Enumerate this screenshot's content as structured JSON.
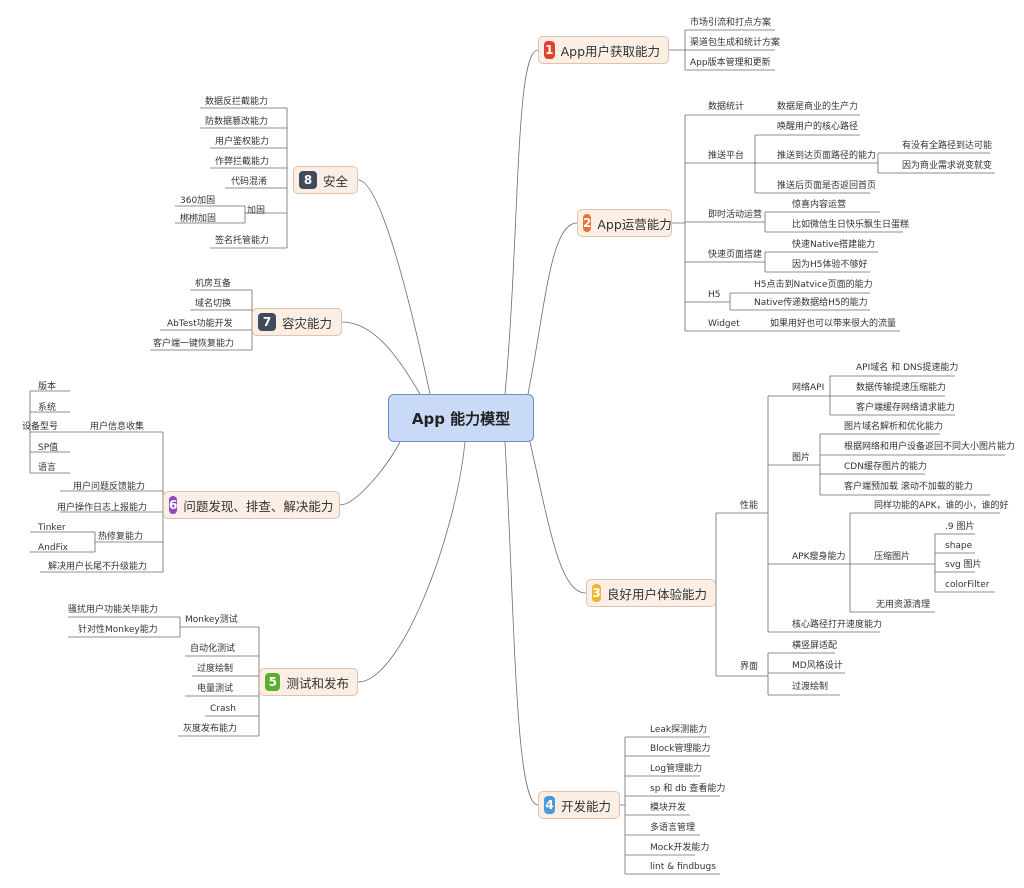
{
  "center": "App 能力模型",
  "nodes": {
    "n1": {
      "num": "1",
      "text": "App用户获取能力",
      "color": "#e2412c"
    },
    "n2": {
      "num": "2",
      "text": "App运营能力",
      "color": "#e8742c"
    },
    "n3": {
      "num": "3",
      "text": "良好用户体验能力",
      "color": "#f0b429"
    },
    "n4": {
      "num": "4",
      "text": "开发能力",
      "color": "#4a9ad6"
    },
    "n5": {
      "num": "5",
      "text": "测试和发布",
      "color": "#5cae2e"
    },
    "n6": {
      "num": "6",
      "text": "问题发现、排查、解决能力",
      "color": "#8e48c4"
    },
    "n7": {
      "num": "7",
      "text": "容灾能力",
      "color": "#3f4a5a"
    },
    "n8": {
      "num": "8",
      "text": "安全",
      "color": "#3f4a5a"
    }
  },
  "labels": {
    "l1": "市场引流和打点方案",
    "l2": "渠道包生成和统计方案",
    "l3": "App版本管理和更新",
    "a1": "数据统计",
    "a2": "数据是商业的生产力",
    "a3": "推送平台",
    "a4": "唤醒用户的核心路径",
    "a5": "推送到达页面路径的能力",
    "a6": "有没有全路径到达可能",
    "a7": "因为商业需求说变就变",
    "a8": "推送后页面是否返回首页",
    "a9": "即时活动运营",
    "a10": "惊喜内容运营",
    "a11": "比如微信生日快乐飘生日蛋糕",
    "a12": "快速页面搭建",
    "a13": "快速Native搭建能力",
    "a14": "因为H5体验不够好",
    "a15": "H5",
    "a16": "H5点击到Natvice页面的能力",
    "a17": "Native传递数据给H5的能力",
    "a18": "Widget",
    "a19": "如果用好也可以带来很大的流量",
    "b1": "性能",
    "b2": "网络API",
    "b3": "API域名 和 DNS提速能力",
    "b4": "数据传输提速压缩能力",
    "b5": "客户端缓存网络请求能力",
    "b6": "图片",
    "b7": "图片域名解析和优化能力",
    "b8": "根据网络和用户设备返回不同大小图片能力",
    "b9": "CDN缓存图片的能力",
    "b10": "客户端预加载 滚动不加载的能力",
    "b11": "APK瘦身能力",
    "b12": "同样功能的APK，谁的小，谁的好",
    "b13": "压缩图片",
    "b14": ".9 图片",
    "b15": "shape",
    "b16": "svg 图片",
    "b17": "colorFilter",
    "b18": "无用资源清理",
    "b19": "核心路径打开速度能力",
    "b20": "界面",
    "b21": "横竖屏适配",
    "b22": "MD风格设计",
    "b23": "过渡绘制",
    "c1": "Leak探测能力",
    "c2": "Block管理能力",
    "c3": "Log管理能力",
    "c4": "sp 和 db 查看能力",
    "c5": "模块开发",
    "c6": "多语言管理",
    "c7": "Mock开发能力",
    "c8": "lint & findbugs",
    "d1": "骚扰用户功能关毕能力",
    "d2": "针对性Monkey能力",
    "d3": "Monkey测试",
    "d4": "自动化测试",
    "d5": "过度绘制",
    "d6": "电量测试",
    "d7": "Crash",
    "d8": "灰度发布能力",
    "e1": "版本",
    "e2": "系统",
    "e3": "设备型号",
    "e4": "SP值",
    "e5": "语言",
    "e6": "用户信息收集",
    "e7": "用户问题反馈能力",
    "e8": "用户操作日志上报能力",
    "e9": "Tinker",
    "e10": "AndFix",
    "e11": "热修复能力",
    "e12": "解决用户长尾不升级能力",
    "f1": "机房互备",
    "f2": "域名切换",
    "f3": "AbTest功能开发",
    "f4": "客户端一键恢复能力",
    "g1": "数据反拦截能力",
    "g2": "防数据篡改能力",
    "g3": "用户鉴权能力",
    "g4": "作弊拦截能力",
    "g5": "代码混淆",
    "g6": "360加固",
    "g7": "梆梆加固",
    "g8": "加固",
    "g9": "签名托管能力"
  }
}
